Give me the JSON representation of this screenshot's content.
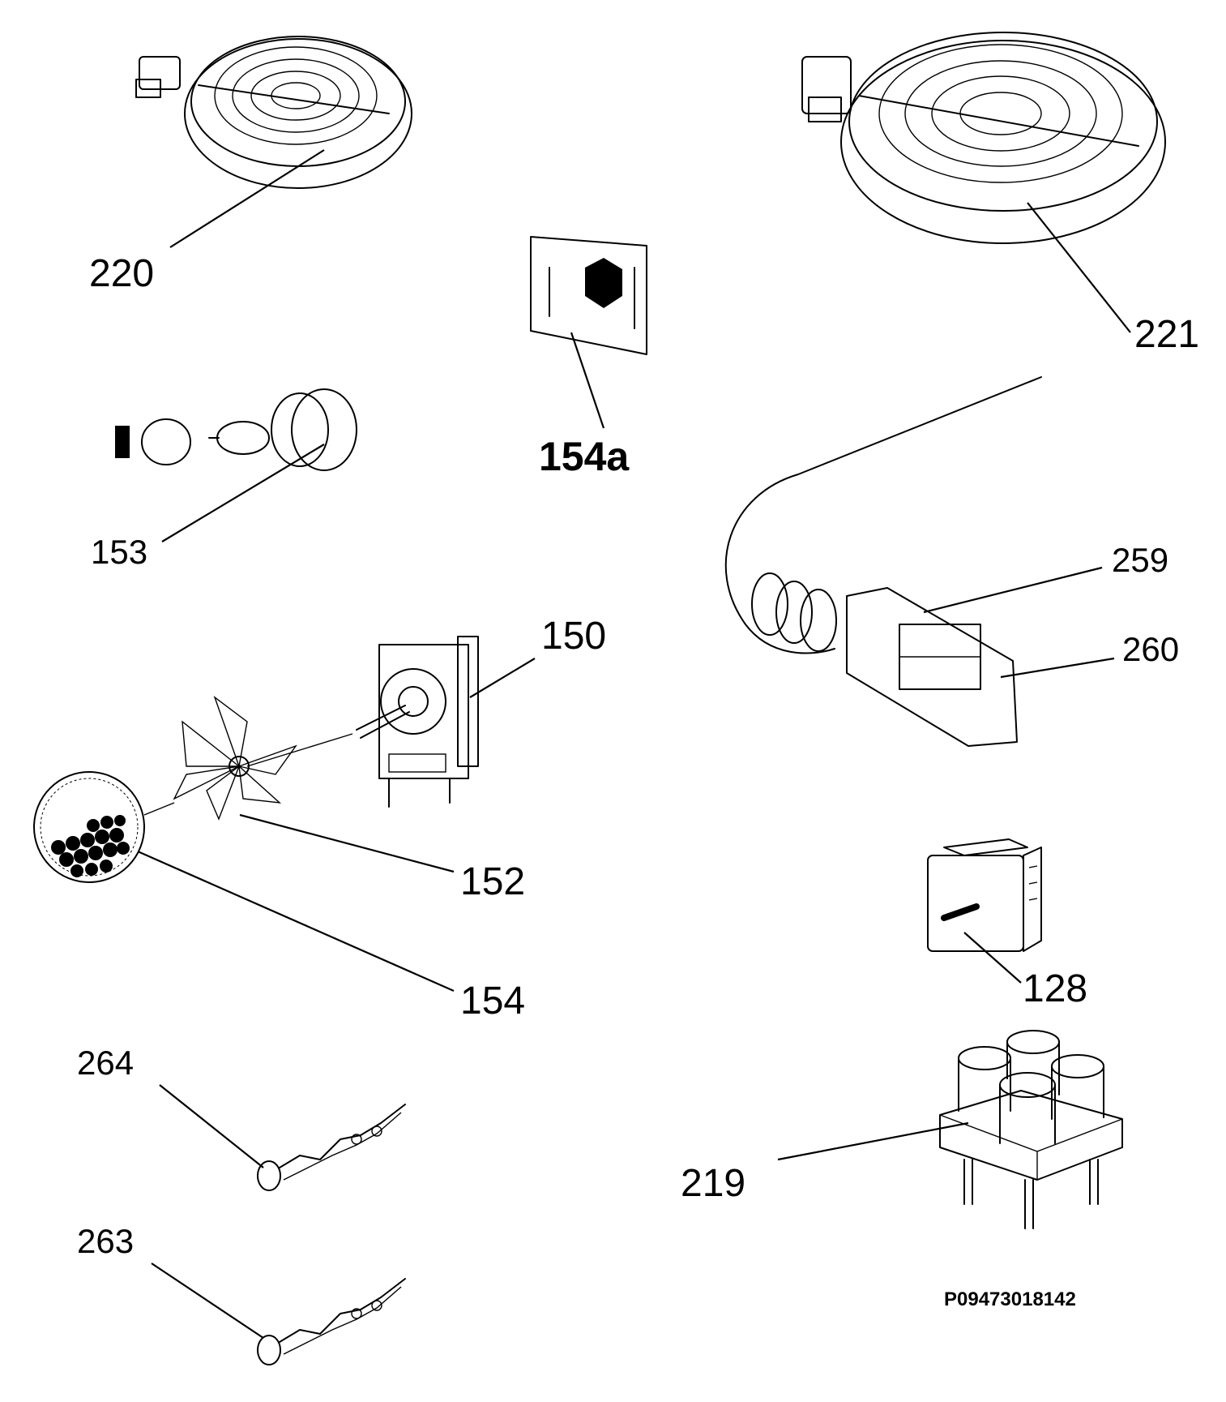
{
  "labels": {
    "p220": "220",
    "p221": "221",
    "p154a": "154a",
    "p153": "153",
    "p259": "259",
    "p260": "260",
    "p150": "150",
    "p152": "152",
    "p154": "154",
    "p128": "128",
    "p264": "264",
    "p219": "219",
    "p263": "263"
  },
  "drawing_code": "P09473018142"
}
